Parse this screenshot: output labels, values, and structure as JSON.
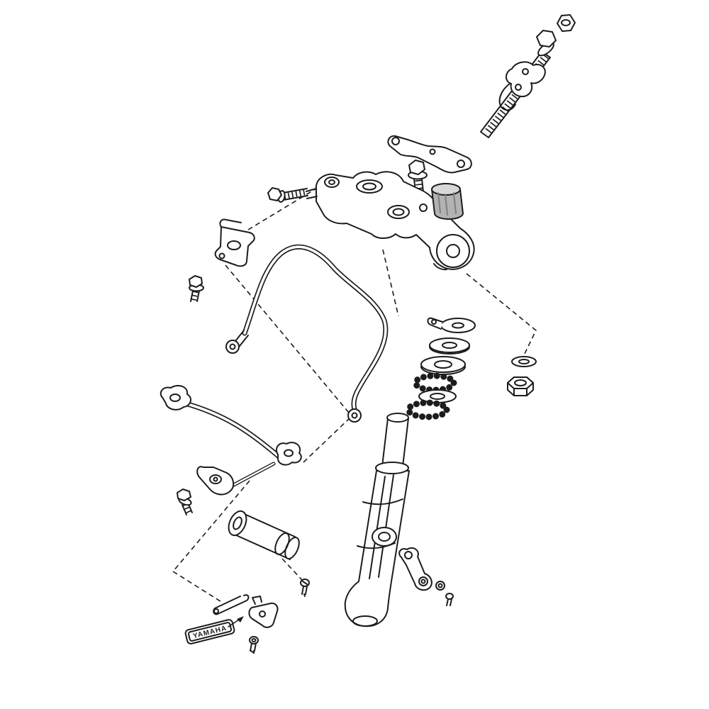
{
  "page": {
    "background": "#ffffff"
  },
  "diagram": {
    "type": "exploded-parts-diagram",
    "label_plate": {
      "text": "YAMAHA"
    },
    "colors": {
      "line": "#1c1c1c",
      "background": "#ffffff",
      "shaded_bushing": "#b3b3b3"
    },
    "parts": [
      "hex-nut-top",
      "flange-bolt-long",
      "handlebar-holder",
      "stay-bracket-plate",
      "flange-bolt-crown",
      "damper-bushing",
      "upper-triple-clamp",
      "pinch-bolt",
      "cable-guide-bracket",
      "bracket-bolt",
      "brake-hose-guide-wire",
      "steering-bearing-stack",
      "washer-right",
      "steering-ring-nut",
      "steering-stem-fork-tube",
      "fork-stabilizer",
      "stabilizer-bolt",
      "steering-stem-lower",
      "small-screw",
      "lower-bearing-race",
      "brake-hose-arm",
      "arm-washer",
      "arm-screw",
      "spring-clip",
      "emblem-bracket",
      "yamaha-emblem",
      "emblem-screw"
    ]
  }
}
